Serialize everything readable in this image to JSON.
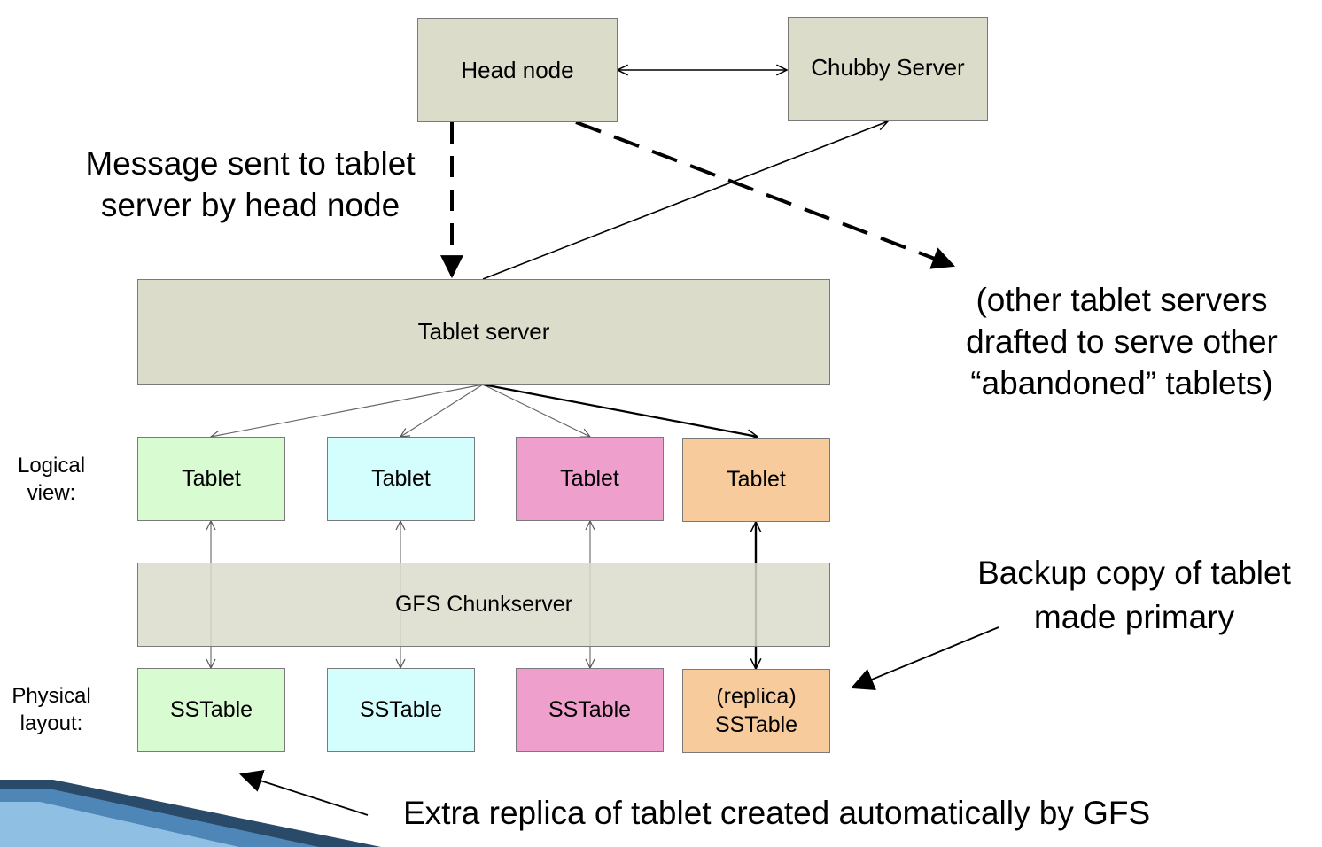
{
  "nodes": {
    "head_node": "Head node",
    "chubby_server": "Chubby Server",
    "tablet_server": "Tablet server",
    "gfs_chunkserver": "GFS Chunkserver",
    "tablets": [
      "Tablet",
      "Tablet",
      "Tablet",
      "Tablet"
    ],
    "sstables": [
      "SSTable",
      "SSTable",
      "SSTable"
    ],
    "replica_line1": "(replica)",
    "replica_line2": "SSTable"
  },
  "labels": {
    "logical_1": "Logical",
    "logical_2": "view:",
    "physical_1": "Physical",
    "physical_2": "layout:"
  },
  "annotations": {
    "message_1": "Message sent to tablet",
    "message_2": "server by head node",
    "other_1": "(other tablet servers",
    "other_2": "drafted to serve other",
    "other_3": "“abandoned” tablets)",
    "backup_1": "Backup copy of tablet",
    "backup_2": "made primary",
    "extra_replica": "Extra replica of tablet created automatically by GFS"
  },
  "colors": {
    "box_gray": "#dcdccb",
    "tablet_green": "#d9fbd2",
    "tablet_cyan": "#d4fdfd",
    "tablet_pink": "#ee9fcc",
    "tablet_orange": "#f8cb9d"
  }
}
